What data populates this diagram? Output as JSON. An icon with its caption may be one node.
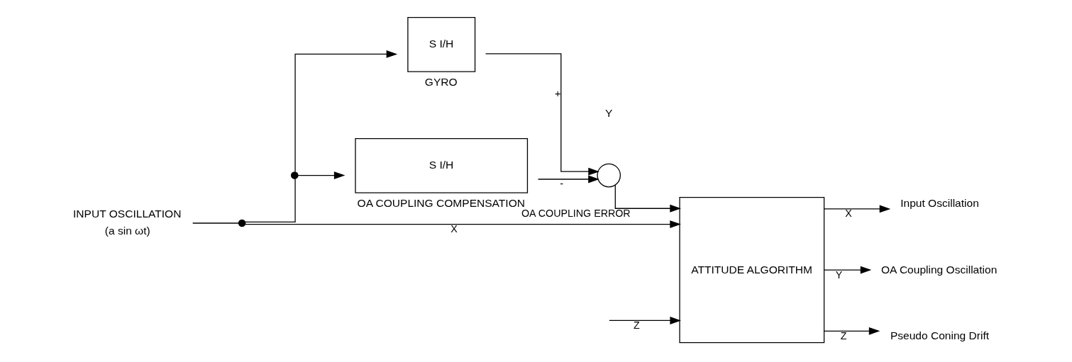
{
  "diagram": {
    "nodes": [
      {
        "text": [
          "INPUT OSCILLATION",
          "(a sin ωt)"
        ]
      },
      {
        "text": [],
        "shape": "dot"
      },
      {
        "text": [],
        "shape": "dot"
      },
      {
        "text": [
          "S I/H"
        ],
        "beside": [
          "GYRO"
        ]
      },
      {
        "text": [
          "S I/H"
        ],
        "beside": [
          "OA COUPLING COMPENSATION"
        ]
      },
      {
        "text": [],
        "shape": "circle"
      },
      {
        "text": [
          "ATTITUDE ALGORITHM"
        ]
      },
      {
        "text": [
          "Input Oscillation"
        ]
      },
      {
        "text": [
          "OA Coupling Oscillation"
        ]
      },
      {
        "text": [
          "Pseudo Coning Drift"
        ]
      }
    ],
    "edges": [
      {
        "from": 0,
        "to": 1,
        "arrow": "none"
      },
      {
        "from": 1,
        "to": 6,
        "arrow": "to",
        "label": "X"
      },
      {
        "from": 1,
        "to": 2,
        "arrow": "none"
      },
      {
        "from": 2,
        "to": 3,
        "arrow": "to"
      },
      {
        "from": 2,
        "to": 4,
        "arrow": "to"
      },
      {
        "from": 3,
        "to": 5,
        "arrow": "to",
        "label": "+"
      },
      {
        "from": 4,
        "to": 5,
        "arrow": "to",
        "label": "-"
      },
      {
        "from": 5,
        "to": 6,
        "arrow": "to",
        "label": "OA COUPLING ERROR"
      },
      {
        "from": null,
        "to": 6,
        "arrow": "to",
        "label": "Z"
      },
      {
        "from": 6,
        "to": 7,
        "arrow": "to",
        "label": "X"
      },
      {
        "from": 6,
        "to": 8,
        "arrow": "to",
        "label": "Y"
      },
      {
        "from": 6,
        "to": 9,
        "arrow": "to",
        "label": "Z̄"
      }
    ],
    "labels": [
      "Y"
    ]
  }
}
